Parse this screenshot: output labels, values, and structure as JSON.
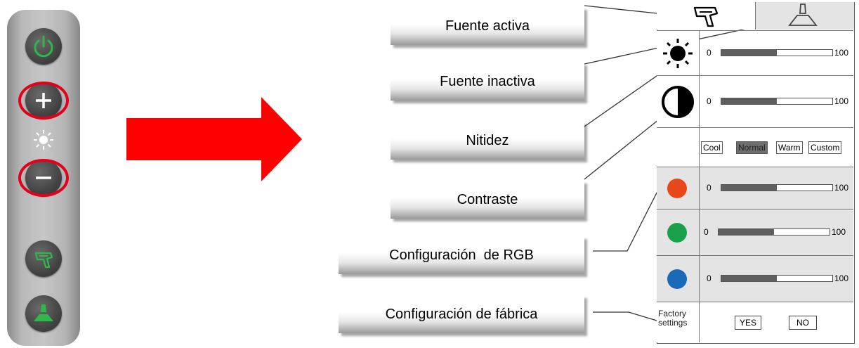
{
  "labels": {
    "active_source": "Fuente activa",
    "inactive_source": "Fuente inactiva",
    "sharpness": "Nitidez",
    "contrast": "Contraste",
    "rgb_config": "Configuración  de RGB",
    "factory_config": "Configuración de fábrica"
  },
  "panel": {
    "brightness": {
      "min": "0",
      "max": "100",
      "level": 0.5
    },
    "contrast": {
      "min": "0",
      "max": "100",
      "level": 0.5
    },
    "color_modes": [
      "Cool",
      "Normal",
      "Warm",
      "Custom"
    ],
    "selected_mode": "Normal",
    "red": {
      "min": "0",
      "max": "100",
      "level": 0.5
    },
    "green": {
      "min": "0",
      "max": "100",
      "level": 0.5
    },
    "blue": {
      "min": "0",
      "max": "100",
      "level": 0.5
    },
    "factory_label_line1": "Factory",
    "factory_label_line2": "settings",
    "yes": "YES",
    "no": "NO"
  },
  "colors": {
    "highlight_ring": "#e3001b",
    "arrow": "#ff0000",
    "power_icon": "#2eb84a",
    "red_dot": "#e8461b",
    "green_dot": "#1aa04a",
    "blue_dot": "#1a68b8"
  },
  "icons": [
    "power-icon",
    "plus-icon",
    "sun-icon",
    "minus-icon",
    "scanner-icon",
    "lamp-icon"
  ]
}
